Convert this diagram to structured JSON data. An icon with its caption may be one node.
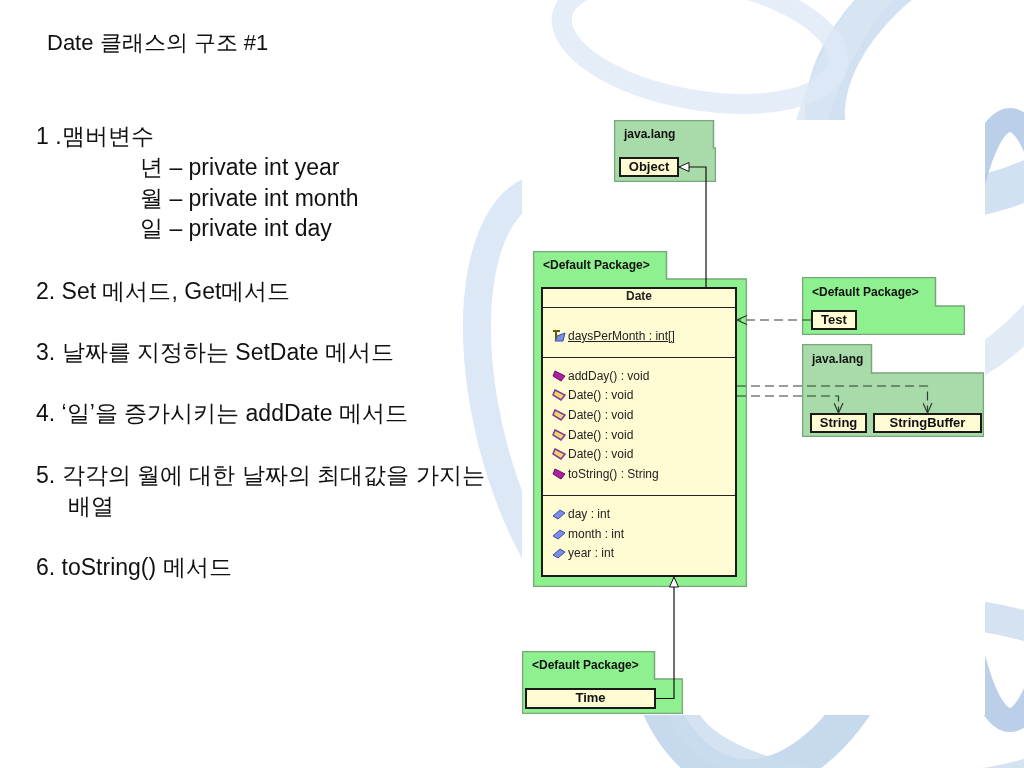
{
  "diagram": {
    "title": "Date 클래스의 구조 #1",
    "nodes": [
      {
        "text": [
          "java.lang"
        ]
      },
      {
        "text": [
          "Object"
        ],
        "in": 0
      },
      {
        "text": [
          "<Default Package>"
        ]
      },
      {
        "text": [
          "Date",
          "daysPerMonth : int[]",
          "addDay() : void",
          "Date() : void",
          "Date() : void",
          "Date() : void",
          "Date() : void",
          "toString() : String",
          "day : int",
          "month : int",
          "year : int"
        ],
        "in": 2
      },
      {
        "text": [
          "<Default Package>"
        ]
      },
      {
        "text": [
          "Test"
        ],
        "in": 4
      },
      {
        "text": [
          "java.lang"
        ]
      },
      {
        "text": [
          "String"
        ],
        "in": 6
      },
      {
        "text": [
          "StringBuffer"
        ],
        "in": 6
      },
      {
        "text": [
          "<Default Package>"
        ]
      },
      {
        "text": [
          "Time"
        ],
        "in": 9
      }
    ],
    "edges": [
      {
        "from": 3,
        "to": 1,
        "arrow": "to"
      },
      {
        "from": 5,
        "to": 3,
        "arrow": "to",
        "style": "dashed"
      },
      {
        "from": 3,
        "to": 7,
        "arrow": "to",
        "style": "dashed"
      },
      {
        "from": 3,
        "to": 8,
        "arrow": "to",
        "style": "dashed"
      },
      {
        "from": 10,
        "to": 3,
        "arrow": "to"
      }
    ],
    "labels": [
      "1 .맴버변수",
      "년 – private int year",
      "월 – private int month",
      "일 – private int day",
      "2. Set 메서드, Get메서드",
      "3. 날짜를 지정하는 SetDate 메서드",
      "4. ‘일’을 증가시키는 addDate 메서드",
      "5. 각각의 월에 대한 날짜의 최대값을 가지는 배열",
      "6. toString() 메서드"
    ]
  }
}
